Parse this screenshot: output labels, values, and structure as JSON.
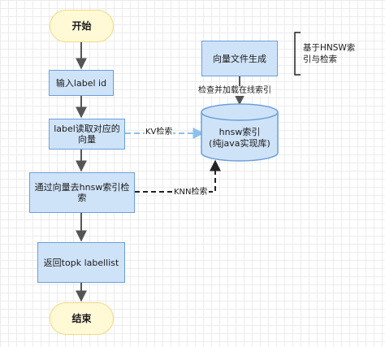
{
  "flow": {
    "start": "开始",
    "input": "输入label id",
    "read_vector": "label读取对应的向量",
    "search": "通过向量去hnsw索引检索",
    "return": "返回topk labellist",
    "end": "结束"
  },
  "index": {
    "generate": "向量文件生成",
    "load_label": "检查并加载在线索引",
    "store_line1": "hnsw索引",
    "store_line2": "(纯java实现库)"
  },
  "edges": {
    "kv_label": "KV检索",
    "knn_label": "KNN检索"
  },
  "note": {
    "line1": "基于HNSW索",
    "line2": "引与检索"
  },
  "colors": {
    "terminal_fill": "#fff9d6",
    "process_fill": "#cfe3f8",
    "process_border": "#6a9fdc",
    "dashed_blue": "#8cc1ee",
    "arrow_gray": "#555555"
  }
}
